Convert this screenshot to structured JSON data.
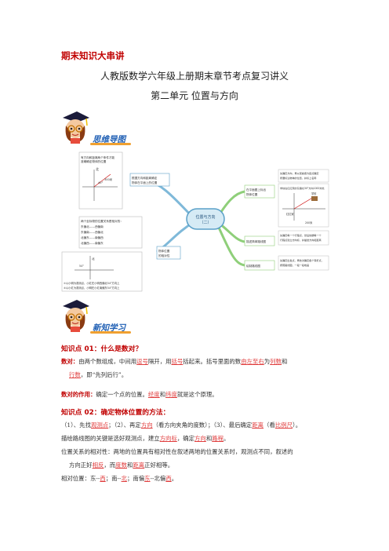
{
  "header": {
    "series": "期末知识大串讲",
    "title": "人教版数学六年级上册期末章节考点复习讲义",
    "unit": "第二单元  位置与方向"
  },
  "banners": {
    "mindmap": "思维导图",
    "newlearn": "新知学习"
  },
  "mindmap": {
    "center": "位置与方向（二）",
    "left_top_box": "有方向和距离两个条件才能准确确定物体的位置",
    "left_mid_box": "根据方向和距离确定物体在平面上的位置",
    "left_low_box": "两个坐标物的位置关系是相对的：东偏北——西偏南；东偏南——西偏北；北偏东——南偏西；北偏西——南偏东",
    "left_bottom_box": "物体位置的相对性",
    "left_bottom_note1": "①以小明为观测点，小红在小明西偏北54°方向上",
    "left_bottom_note2": "②以小红为观测点，小明在小红南偏东54°方向上",
    "right_top_box": "在平面图上标出物体位置",
    "right_top_note": "先确定方向，再以观察者为起点确定所要标注物体的位置，最后按比例计算出图上距离，再标上名称",
    "right_top_note2": "学校在红红家的东偏北30°方向1000米处",
    "right_mid_box": "描述简单路线图",
    "right_mid_note": "先确定每一个行程点，然后依据每一个行程点建立方向标，并描述到下一个目标点的方向和距离",
    "right_low_box": "绘制路线图",
    "right_low_note": "先确定出发点，再依次确定各个转折点，然后画出转折点并标注出来，按照路线图，一段一段地画",
    "diagram_labels": {
      "north": "北",
      "angle": "40°",
      "dist1": "300米",
      "dist2": "2000米",
      "house": "红红家",
      "school": "学校",
      "scale": "200米",
      "angle2": "54°"
    }
  },
  "kp1": {
    "heading": "知识点 01：什么是数对？",
    "p1_label": "数对：",
    "p1_a": "由两个数组成，中间用",
    "p1_b": "逗号",
    "p1_c": "隔开，用",
    "p1_d": "括号",
    "p1_e": "括起来。括号里面的数",
    "p1_f": "由左至右",
    "p1_g": "为",
    "p1_h": "列数",
    "p1_i": "和",
    "p1_j": "行数",
    "p1_k": "，即“先列后行”。",
    "p2_label": "数对的作用：",
    "p2_a": "确定一个点的位置。",
    "p2_b": "经度",
    "p2_c": "和",
    "p2_d": "纬度",
    "p2_e": "就是这个原理。"
  },
  "kp2": {
    "heading": "知识点 02：确定物体位置的方法：",
    "l1_a": "（1）、先找",
    "l1_b": "观测点",
    "l1_c": "；（2）、再定",
    "l1_d": "方向",
    "l1_e": "（看方向夹角的度数）；（3）、最后确定",
    "l1_f": "距离",
    "l1_g": "（看",
    "l1_h": "比例尺",
    "l1_i": "）。",
    "l2_a": "描绘路线图的关键是选好观测点，建立",
    "l2_b": "方向标",
    "l2_c": "，确定",
    "l2_d": "方向",
    "l2_e": "和",
    "l2_f": "路程",
    "l2_g": "。",
    "l3": "位置关系的相对性：两地的位置具有相对性在叙述两地的位置关系时，观测点不同，叙述的",
    "l4_a": "方向正好",
    "l4_b": "相反",
    "l4_c": "，而",
    "l4_d": "度数",
    "l4_e": "和",
    "l4_f": "距离",
    "l4_g": "正好相等。",
    "l5_a": "相对位置：东--",
    "l5_b": "西",
    "l5_c": "；南--",
    "l5_d": "北",
    "l5_e": "；南偏",
    "l5_f": "东",
    "l5_g": "--北偏",
    "l5_h": "西",
    "l5_i": "。"
  }
}
